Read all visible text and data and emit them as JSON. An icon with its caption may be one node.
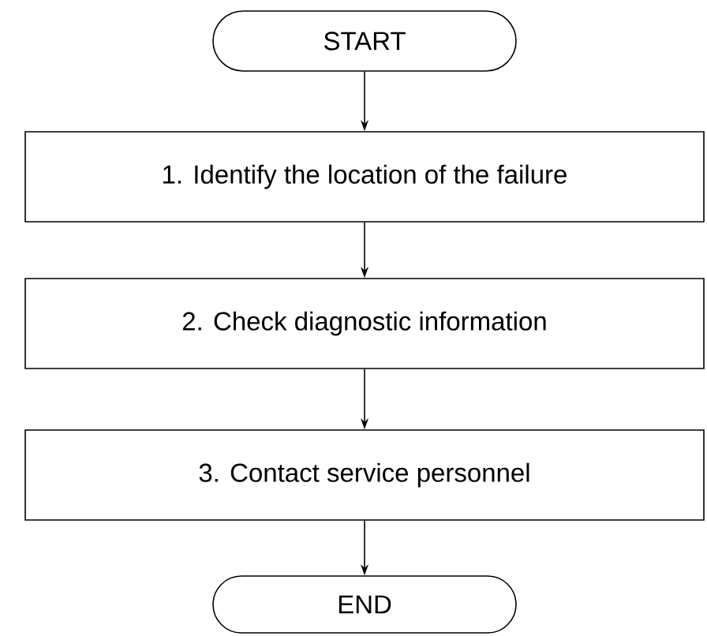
{
  "diagram": {
    "nodes": [
      {
        "text": [
          "START"
        ]
      },
      {
        "text": [
          "1. Identify the location of the failure"
        ]
      },
      {
        "text": [
          "2. Check diagnostic information"
        ]
      },
      {
        "text": [
          "3. Contact service personnel"
        ]
      },
      {
        "text": [
          "END"
        ]
      }
    ],
    "edges": [
      {
        "from": 0,
        "to": 1,
        "arrow": "to"
      },
      {
        "from": 1,
        "to": 2,
        "arrow": "to"
      },
      {
        "from": 2,
        "to": 3,
        "arrow": "to"
      },
      {
        "from": 3,
        "to": 4,
        "arrow": "to"
      }
    ]
  }
}
